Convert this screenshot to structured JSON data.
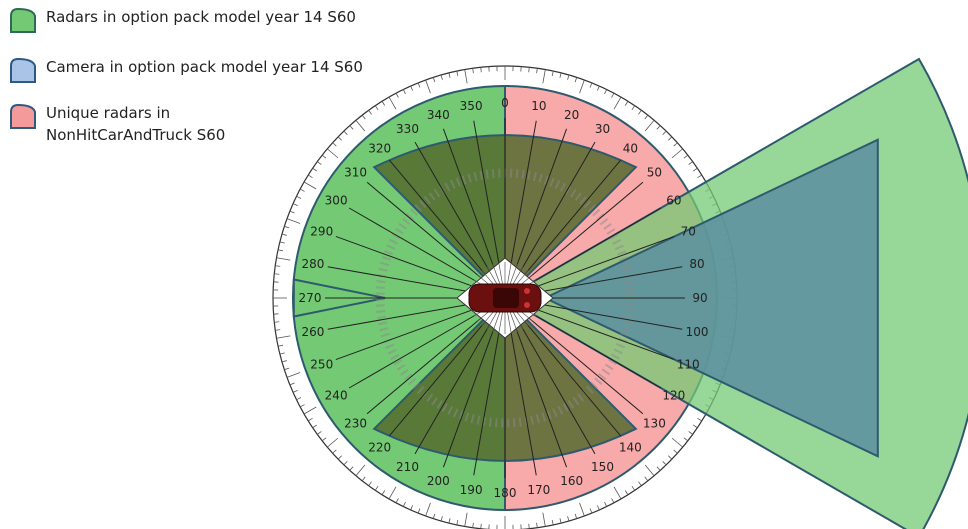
{
  "legend": {
    "items": [
      {
        "label": "Radars in option pack model year 14 S60",
        "color": "#74c974",
        "stroke": "#2e6a55"
      },
      {
        "label": "Camera in option pack model year 14 S60",
        "color": "#a9c4e6",
        "stroke": "#2e5a80"
      },
      {
        "label": "Unique radars in\nNonHitCarAndTruck  S60",
        "color": "#f59a9a",
        "stroke": "#2e5a80"
      }
    ]
  },
  "dial": {
    "degree_labels": [
      "0",
      "10",
      "20",
      "30",
      "40",
      "50",
      "60",
      "70",
      "80",
      "90",
      "100",
      "110",
      "120",
      "130",
      "140",
      "150",
      "160",
      "170",
      "180",
      "190",
      "200",
      "210",
      "220",
      "230",
      "240",
      "250",
      "260",
      "270",
      "280",
      "290",
      "300",
      "310",
      "320",
      "330",
      "340",
      "350"
    ]
  },
  "coverage": {
    "colors": {
      "radar": "#74c974",
      "radar_dark": "#556b2f",
      "camera": "#5a8fa0",
      "unique": "#f8a9a9",
      "outline": "#2e5a6e",
      "car": "#6b0f0f"
    },
    "sectors": [
      {
        "name": "unique-radars-right",
        "type": "unique",
        "start_deg": 0,
        "end_deg": 180
      },
      {
        "name": "radars-left-half",
        "type": "radar",
        "start_deg": 180,
        "end_deg": 360
      },
      {
        "name": "front-radar-cone",
        "type": "radar_dark",
        "start_deg": -45,
        "end_deg": 45
      },
      {
        "name": "rear-radar-cone",
        "type": "radar_dark",
        "start_deg": 135,
        "end_deg": 225
      },
      {
        "name": "side-radar-left",
        "type": "radar",
        "start_deg": 265,
        "end_deg": 275
      },
      {
        "name": "long-range-radar",
        "type": "radar",
        "start_deg": 60,
        "end_deg": 120
      },
      {
        "name": "camera-fov",
        "type": "camera",
        "start_deg": 67,
        "end_deg": 113
      }
    ]
  }
}
